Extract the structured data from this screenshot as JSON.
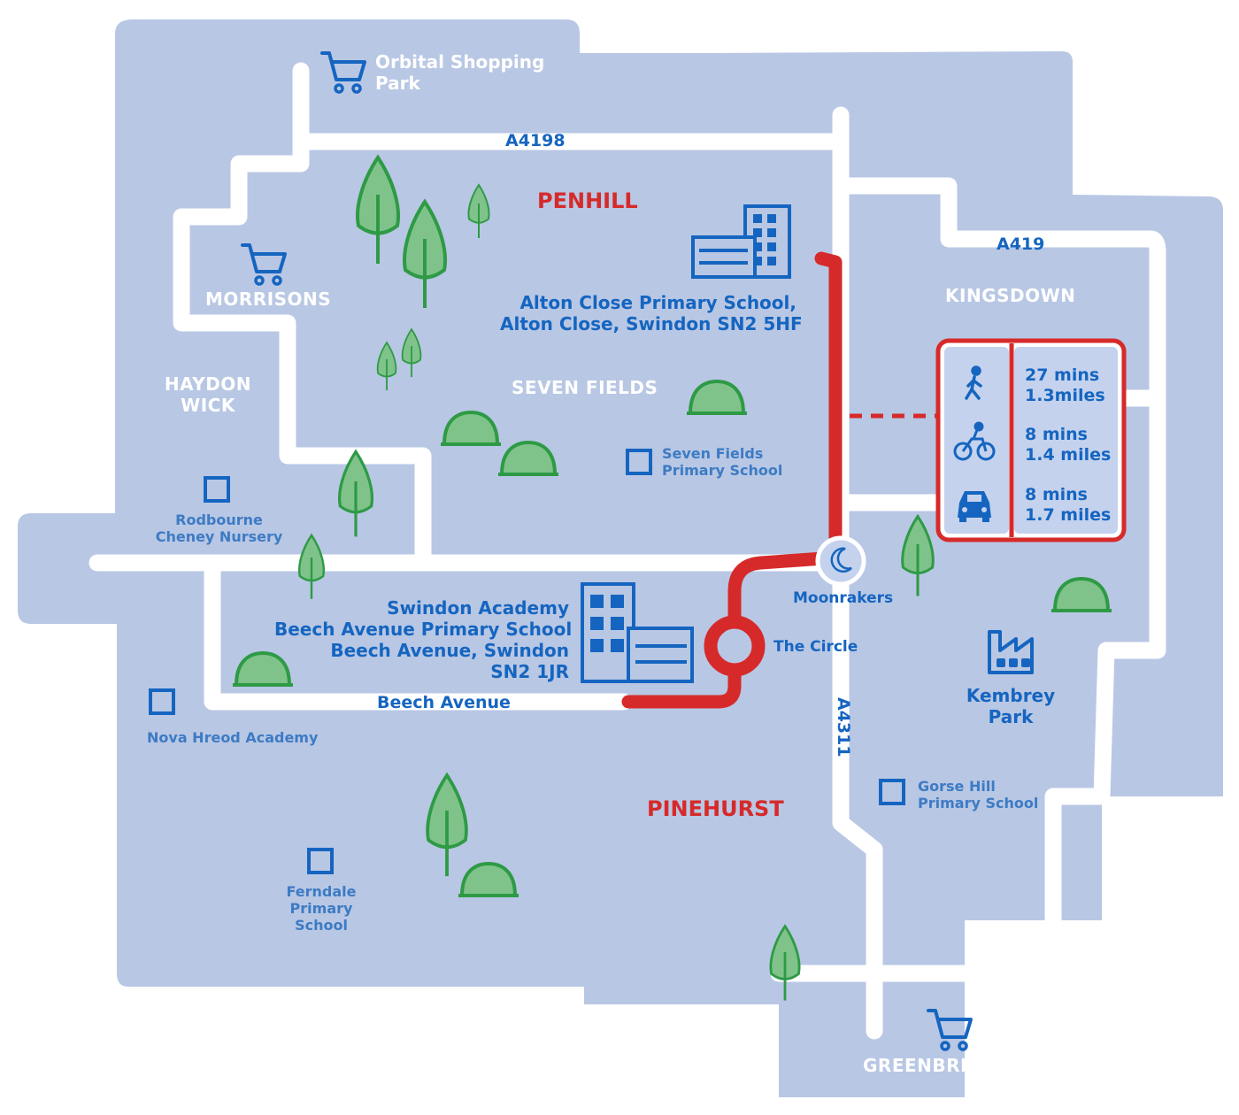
{
  "areas": {
    "penhill": "PENHILL",
    "pinehurst": "PINEHURST",
    "kingsdown": "KINGSDOWN",
    "morrisons": "MORRISONS",
    "haydon_wick": [
      "HAYDON",
      "WICK"
    ],
    "seven_fields": "SEVEN FIELDS",
    "greenbridge": "GREENBRIDGE",
    "orbital": [
      "Orbital Shopping",
      "Park"
    ],
    "kembrey_park": [
      "Kembrey",
      "Park"
    ]
  },
  "roads": {
    "a4198": "A4198",
    "a419": "A419",
    "a4311": "A4311",
    "beech_avenue": "Beech Avenue",
    "the_circle": "The Circle",
    "moonrakers": "Moonrakers"
  },
  "schools": {
    "alton_close": [
      "Alton Close Primary School,",
      "Alton Close, Swindon SN2 5HF"
    ],
    "swindon_academy": [
      "Swindon Academy",
      "Beech Avenue Primary School",
      "Beech Avenue, Swindon",
      "SN2 1JR"
    ],
    "seven_fields_primary": [
      "Seven Fields",
      "Primary School"
    ],
    "rodbourne": [
      "Rodbourne",
      "Cheney Nursery"
    ],
    "nova_hreod": "Nova Hreod Academy",
    "ferndale": [
      "Ferndale",
      "Primary",
      "School"
    ],
    "gorse_hill": [
      "Gorse Hill",
      "Primary School"
    ]
  },
  "travel": [
    {
      "mode": "walking-icon",
      "time": "27 mins",
      "distance": "1.3miles"
    },
    {
      "mode": "cycling-icon",
      "time": "8 mins",
      "distance": "1.4 miles"
    },
    {
      "mode": "car-icon",
      "time": "8 mins",
      "distance": "1.7 miles"
    }
  ],
  "colors": {
    "land": "#b8c7e4",
    "road": "#ffffff",
    "route": "#d62a2a",
    "tree_fill": "#7fc38a",
    "tree_stroke": "#2e9a45",
    "blue": "#1565c0"
  }
}
